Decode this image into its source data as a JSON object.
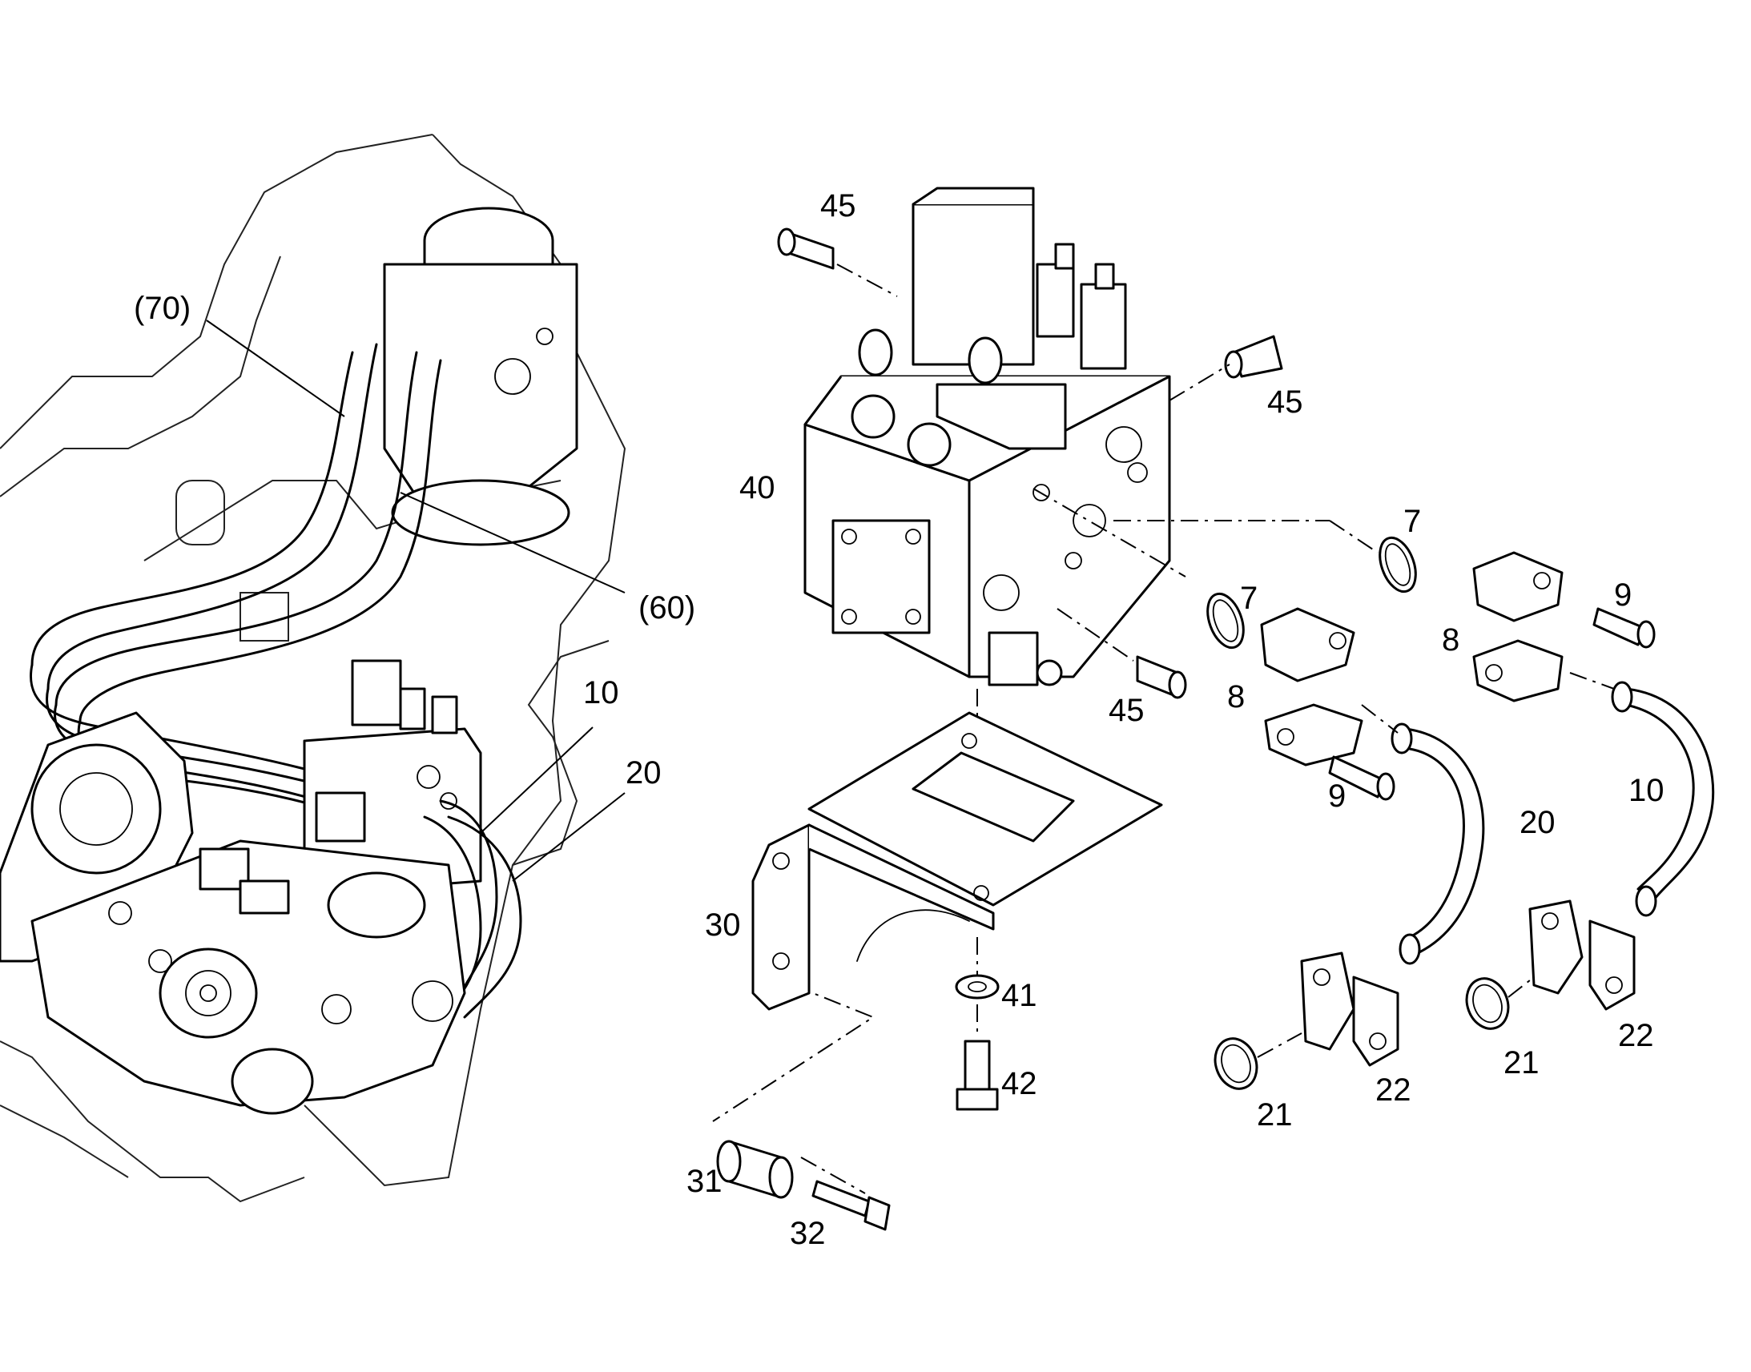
{
  "labels": {
    "ref70": "(70)",
    "ref60": "(60)",
    "p10a": "10",
    "p20a": "20",
    "p45a": "45",
    "p45b": "45",
    "p45c": "45",
    "p40": "40",
    "p7a": "7",
    "p7b": "7",
    "p8a": "8",
    "p8b": "8",
    "p9a": "9",
    "p9b": "9",
    "p10b": "10",
    "p20b": "20",
    "p30": "30",
    "p41": "41",
    "p42": "42",
    "p31": "31",
    "p32": "32",
    "p21a": "21",
    "p21b": "21",
    "p22a": "22",
    "p22b": "22"
  }
}
